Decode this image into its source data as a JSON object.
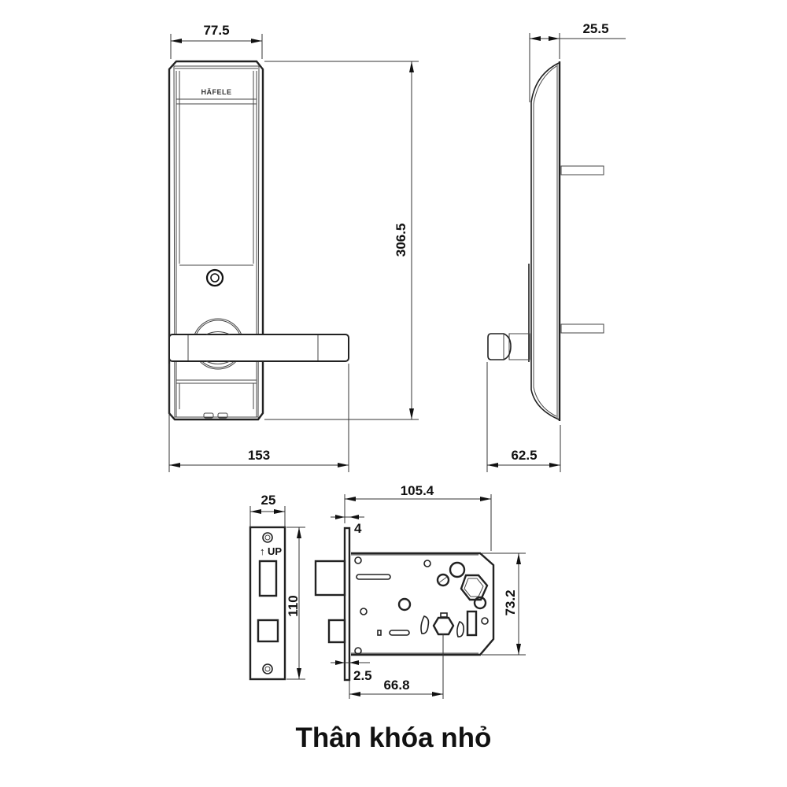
{
  "drawing": {
    "brand_label": "HÄFELE",
    "front_view": {
      "width_label": "77.5",
      "height_label": "306.5",
      "handle_span_label": "153"
    },
    "side_view": {
      "depth_label": "25.5",
      "projection_label": "62.5"
    },
    "strike_plate": {
      "width_label": "25",
      "height_label": "110",
      "orientation_label": "UP",
      "orientation_icon": "arrow-up-icon"
    },
    "mortise_body": {
      "length_label": "105.4",
      "faceplate_thickness_label": "4",
      "gap_label": "2.5",
      "backset_label": "66.8",
      "height_label": "73.2"
    }
  },
  "caption": "Thân khóa nhỏ",
  "colors": {
    "line": "#222222",
    "background": "#ffffff"
  }
}
